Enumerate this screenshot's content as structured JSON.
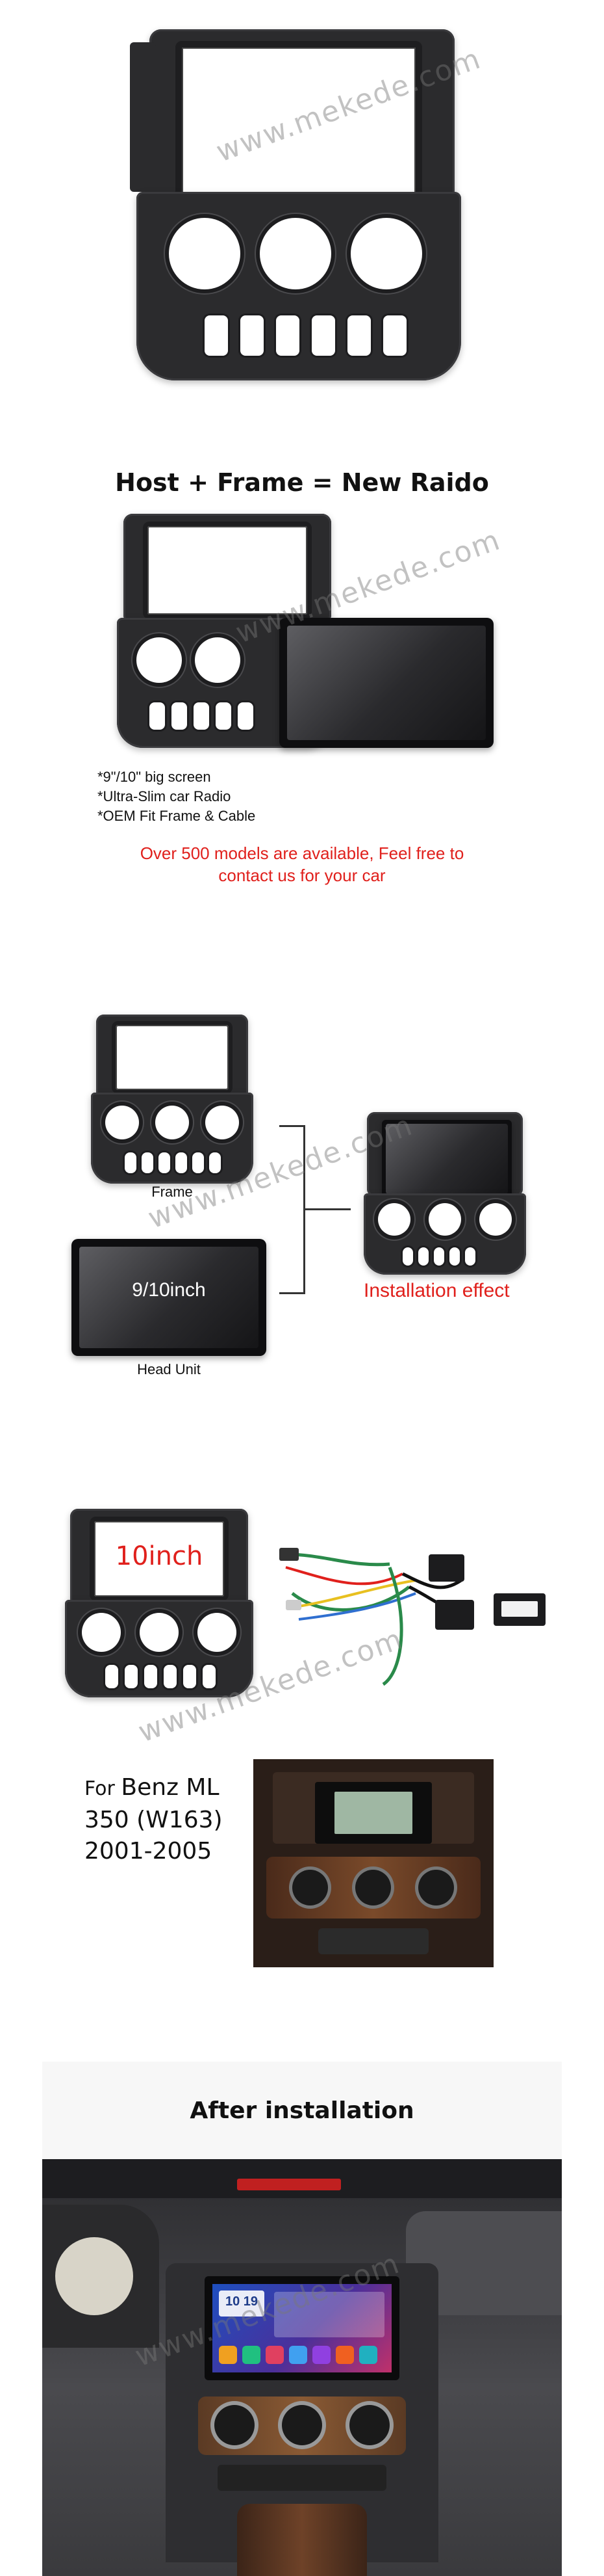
{
  "watermark": "www.mekede.com",
  "section1": {},
  "section2": {
    "title": "Host + Frame = New Raido",
    "specs": [
      "*9\"/10\" big screen",
      "*Ultra-Slim car Radio",
      "*OEM Fit Frame & Cable"
    ],
    "note_line1": "Over 500 models are available,  Feel free to",
    "note_line2": "contact us for your car"
  },
  "section3": {
    "frame_label": "Frame",
    "screen_size": "9/10inch",
    "head_unit_label": "Head Unit",
    "install_label": "Installation effect"
  },
  "section4": {
    "size_badge": "10inch",
    "model_line1_prefix": "For ",
    "model_line1_main": "Benz ML",
    "model_line2": "350 (W163)",
    "model_line3": "2001-2005"
  },
  "section5": {
    "title": "After installation",
    "screen_time": "10 19"
  },
  "colors": {
    "frame": "#2b2b2d",
    "accent_red": "#e0201c",
    "text": "#111111"
  }
}
